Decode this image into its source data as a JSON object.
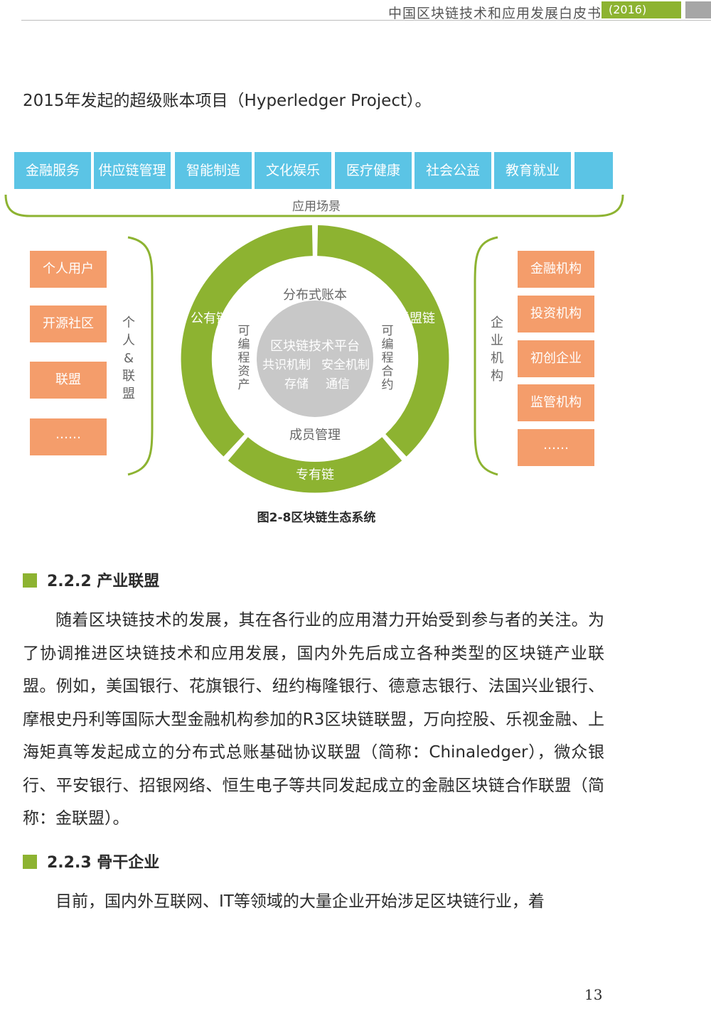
{
  "header": {
    "title": "中国区块链技术和应用发展白皮书",
    "year": "(2016)"
  },
  "intro": "2015年发起的超级账本项目（Hyperledger Project）。",
  "figure": {
    "apps": [
      "金融服务",
      "供应链管理",
      "智能制造",
      "文化娱乐",
      "医疗健康",
      "社会公益",
      "教育就业",
      ""
    ],
    "apps_label": "应用场景",
    "left_items": [
      "个人用户",
      "开源社区",
      "联盟",
      "……"
    ],
    "left_label": "个人&联盟",
    "right_items": [
      "金融机构",
      "投资机构",
      "初创企业",
      "监管机构",
      "……"
    ],
    "right_label": "企业机构",
    "ring": {
      "public_chain": "公有链",
      "consortium_chain": "联盟链",
      "private_chain": "专有链",
      "top": "分布式账本",
      "bottom": "成员管理",
      "left": "可编程资产",
      "right": "可编程合约"
    },
    "core": {
      "line1": "区块链技术平台",
      "line2a": "共识机制",
      "line2b": "安全机制",
      "line3a": "存储",
      "line3b": "通信"
    },
    "caption": "图2-8区块链生态系统"
  },
  "section_222": {
    "title": "2.2.2 产业联盟",
    "text": "随着区块链技术的发展，其在各行业的应用潜力开始受到参与者的关注。为了协调推进区块链技术和应用发展，国内外先后成立各种类型的区块链产业联盟。例如，美国银行、花旗银行、纽约梅隆银行、德意志银行、法国兴业银行、摩根史丹利等国际大型金融机构参加的R3区块链联盟，万向控股、乐视金融、上海矩真等发起成立的分布式总账基础协议联盟（简称：Chinaledger），微众银行、平安银行、招银网络、恒生电子等共同发起成立的金融区块链合作联盟（简称：金联盟）。"
  },
  "section_223": {
    "title": "2.2.3 骨干企业",
    "text": "目前，国内外互联网、IT等领域的大量企业开始涉足区块链行业，着"
  },
  "page_number": "13",
  "colors": {
    "accent_green": "#8db331",
    "blue": "#5bc4e5",
    "orange": "#f49d6b",
    "core_gray": "#c8c8c8"
  }
}
